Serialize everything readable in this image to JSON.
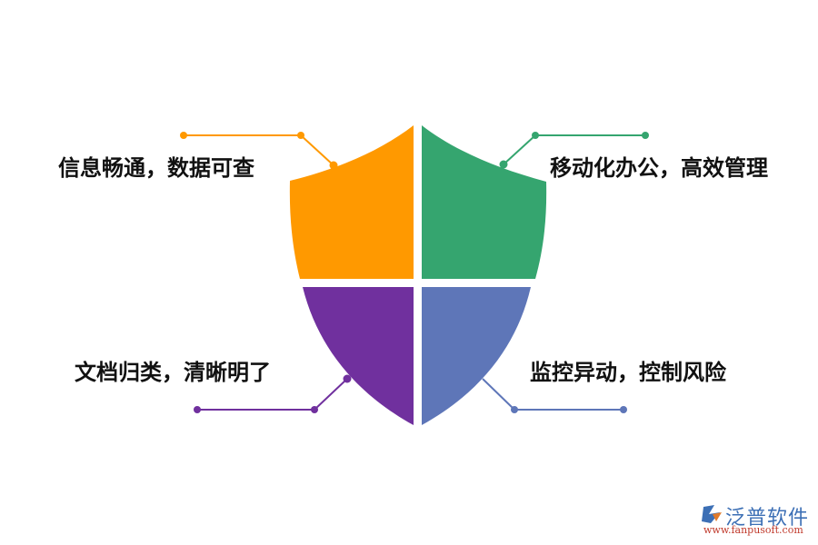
{
  "diagram": {
    "type": "shield-quadrant-infographic",
    "quadrants": [
      {
        "position": "top-left",
        "label": "信息畅通，数据可查",
        "color": "#FF9900"
      },
      {
        "position": "top-right",
        "label": "移动化办公，高效管理",
        "color": "#35A56F"
      },
      {
        "position": "bottom-left",
        "label": "文档归类，清晰明了",
        "color": "#70309E"
      },
      {
        "position": "bottom-right",
        "label": "监控异动，控制风险",
        "color": "#5E76B8"
      }
    ]
  },
  "logo": {
    "brand": "泛普软件",
    "url": "www.fanpusoft.com"
  }
}
